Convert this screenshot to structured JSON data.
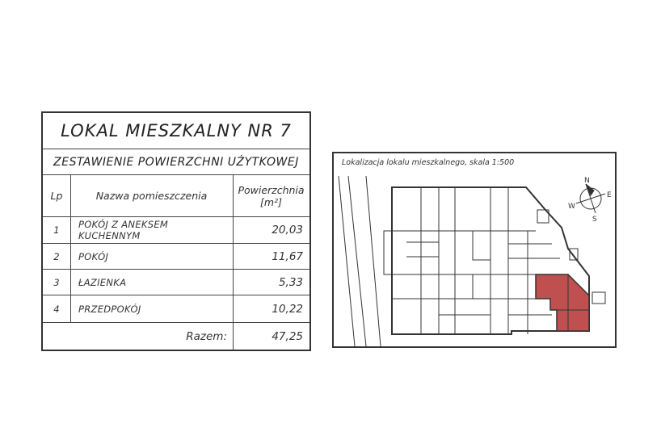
{
  "table": {
    "title": "LOKAL MIESZKALNY NR 7",
    "subtitle": "ZESTAWIENIE POWIERZCHNI UŻYTKOWEJ",
    "headers": {
      "lp": "Lp",
      "name": "Nazwa pomieszczenia",
      "area_line1": "Powierzchnia",
      "area_line2": "[m²]"
    },
    "rows": [
      {
        "lp": "1",
        "name": "POKÓJ Z ANEKSEM KUCHENNYM",
        "area": "20,03"
      },
      {
        "lp": "2",
        "name": "POKÓJ",
        "area": "11,67"
      },
      {
        "lp": "3",
        "name": "ŁAZIENKA",
        "area": "5,33"
      },
      {
        "lp": "4",
        "name": "PRZEDPOKÓJ",
        "area": "10,22"
      }
    ],
    "total_label": "Razem:",
    "total_value": "47,25"
  },
  "map": {
    "caption": "Lokalizacja lokalu mieszkalnego, skala 1:500",
    "compass": {
      "n": "N",
      "e": "E",
      "s": "S",
      "w": "W"
    },
    "highlight_color": "#c05050",
    "line_color": "#333333"
  }
}
